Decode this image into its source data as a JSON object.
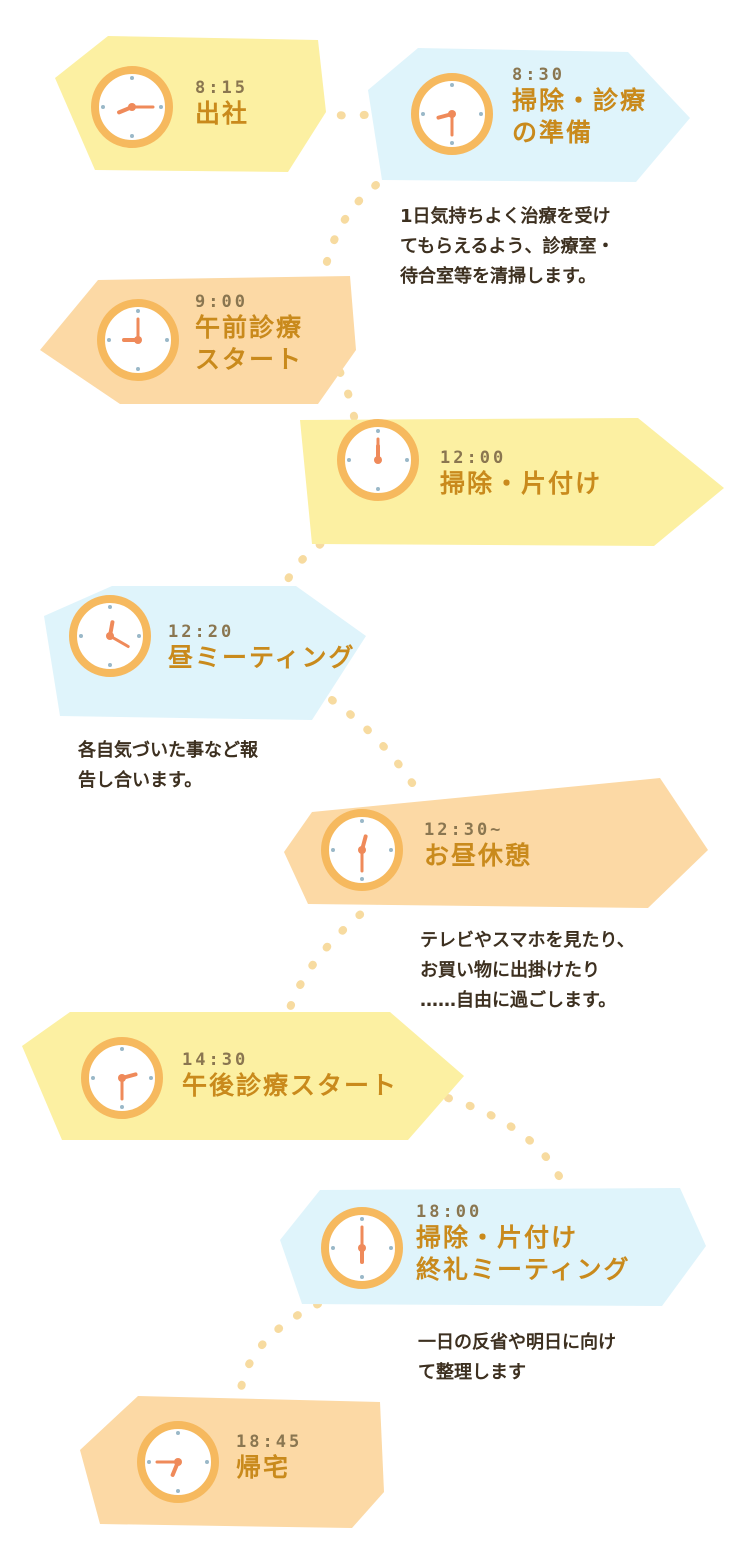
{
  "colors": {
    "yellow": "#fcf0a2",
    "blue": "#dff4fb",
    "orange": "#fcd9a5",
    "dot": "#f7dba0",
    "clock_rim": "#f6b95e",
    "clock_face": "#ffffff",
    "hand": "#ef8a5a",
    "tick": "#9ab8c8"
  },
  "schedule": [
    {
      "time": "8:15",
      "title": [
        "出社"
      ],
      "color": "yellow",
      "clock_icon": "clock-icon",
      "hour": 8,
      "minute": 15
    },
    {
      "time": "8:30",
      "title": [
        "掃除・診療",
        "の準備"
      ],
      "color": "blue",
      "clock_icon": "clock-icon",
      "hour": 8,
      "minute": 30,
      "description": [
        "1日気持ちよく治療を受け",
        "てもらえるよう、診療室・",
        "待合室等を清掃します。"
      ]
    },
    {
      "time": "9:00",
      "title": [
        "午前診療",
        "スタート"
      ],
      "color": "orange",
      "clock_icon": "clock-icon",
      "hour": 9,
      "minute": 0
    },
    {
      "time": "12:00",
      "title": [
        "掃除・片付け"
      ],
      "color": "yellow",
      "clock_icon": "clock-icon",
      "hour": 12,
      "minute": 0
    },
    {
      "time": "12:20",
      "title": [
        "昼ミーティング"
      ],
      "color": "blue",
      "clock_icon": "clock-icon",
      "hour": 12,
      "minute": 20,
      "description": [
        "各自気づいた事など報",
        "告し合います。"
      ]
    },
    {
      "time": "12:30~",
      "title": [
        "お昼休憩"
      ],
      "color": "orange",
      "clock_icon": "clock-icon",
      "hour": 12,
      "minute": 30,
      "description": [
        "テレビやスマホを見たり、",
        "お買い物に出掛けたり",
        "……自由に過ごします。"
      ]
    },
    {
      "time": "14:30",
      "title": [
        "午後診療スタート"
      ],
      "color": "yellow",
      "clock_icon": "clock-icon",
      "hour": 14,
      "minute": 30
    },
    {
      "time": "18:00",
      "title": [
        "掃除・片付け",
        "終礼ミーティング"
      ],
      "color": "blue",
      "clock_icon": "clock-icon",
      "hour": 18,
      "minute": 0,
      "description": [
        "一日の反省や明日に向け",
        "て整理します"
      ]
    },
    {
      "time": "18:45",
      "title": [
        "帰宅"
      ],
      "color": "orange",
      "clock_icon": "clock-icon",
      "hour": 18,
      "minute": 45
    }
  ]
}
